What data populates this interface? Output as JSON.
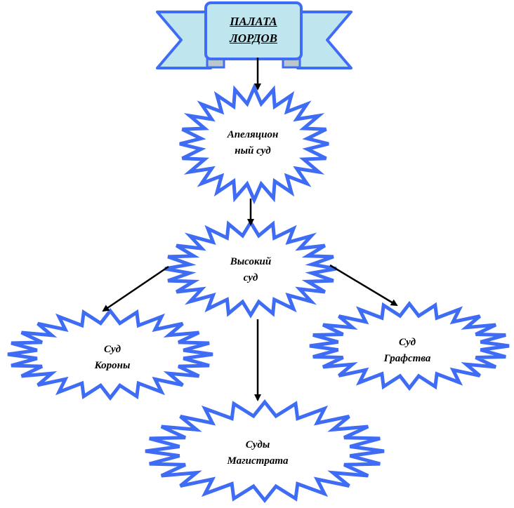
{
  "colors": {
    "star_stroke": "#3f6cf5",
    "banner_fill": "#bfe6ee",
    "banner_stroke": "#3f6cf5",
    "arrow": "#000000"
  },
  "banner": {
    "line1": "ПАЛАТА",
    "line2": "ЛОРДОВ"
  },
  "nodes": [
    {
      "id": "appeal",
      "line1": "Апеляцион",
      "line2": "ный суд"
    },
    {
      "id": "high",
      "line1": "Высокий",
      "line2": "суд"
    },
    {
      "id": "crown",
      "line1": "Суд",
      "line2": "Короны"
    },
    {
      "id": "county",
      "line1": "Суд",
      "line2": "Графства"
    },
    {
      "id": "magistrate",
      "line1": "Суды",
      "line2": "Магистрата"
    }
  ],
  "edges": [
    {
      "from": "banner",
      "to": "appeal"
    },
    {
      "from": "appeal",
      "to": "high"
    },
    {
      "from": "high",
      "to": "crown"
    },
    {
      "from": "high",
      "to": "county"
    },
    {
      "from": "high",
      "to": "magistrate"
    }
  ]
}
